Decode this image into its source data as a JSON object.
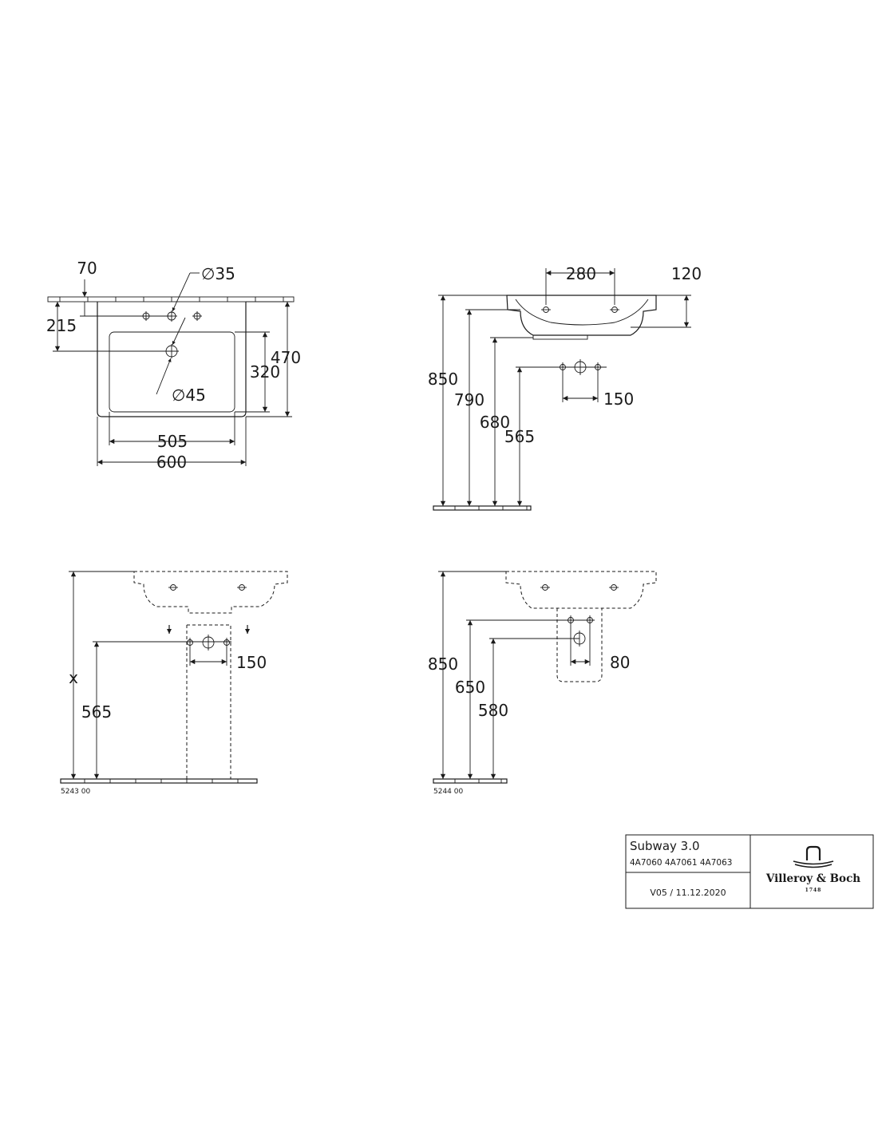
{
  "views": {
    "top_view": {
      "dims": {
        "d70": "70",
        "d35": "∅35",
        "d215": "215",
        "d470": "470",
        "d320": "320",
        "d45": "∅45",
        "d505": "505",
        "d600": "600"
      }
    },
    "side_view": {
      "dims": {
        "d280": "280",
        "d120": "120",
        "d850": "850",
        "d790": "790",
        "d680": "680",
        "d565": "565",
        "d150": "150"
      }
    },
    "pedestal_view": {
      "dims": {
        "dx": "x",
        "d565": "565",
        "d150": "150"
      },
      "code": "5243 00"
    },
    "semi_pedestal_view": {
      "dims": {
        "d850": "850",
        "d650": "650",
        "d580": "580",
        "d80": "80"
      },
      "code": "5244 00"
    }
  },
  "title_block": {
    "product": "Subway 3.0",
    "articles": "4A7060 4A7061 4A7063",
    "version": "V05 / 11.12.2020",
    "brand": "Villeroy & Boch",
    "year": "1748"
  }
}
